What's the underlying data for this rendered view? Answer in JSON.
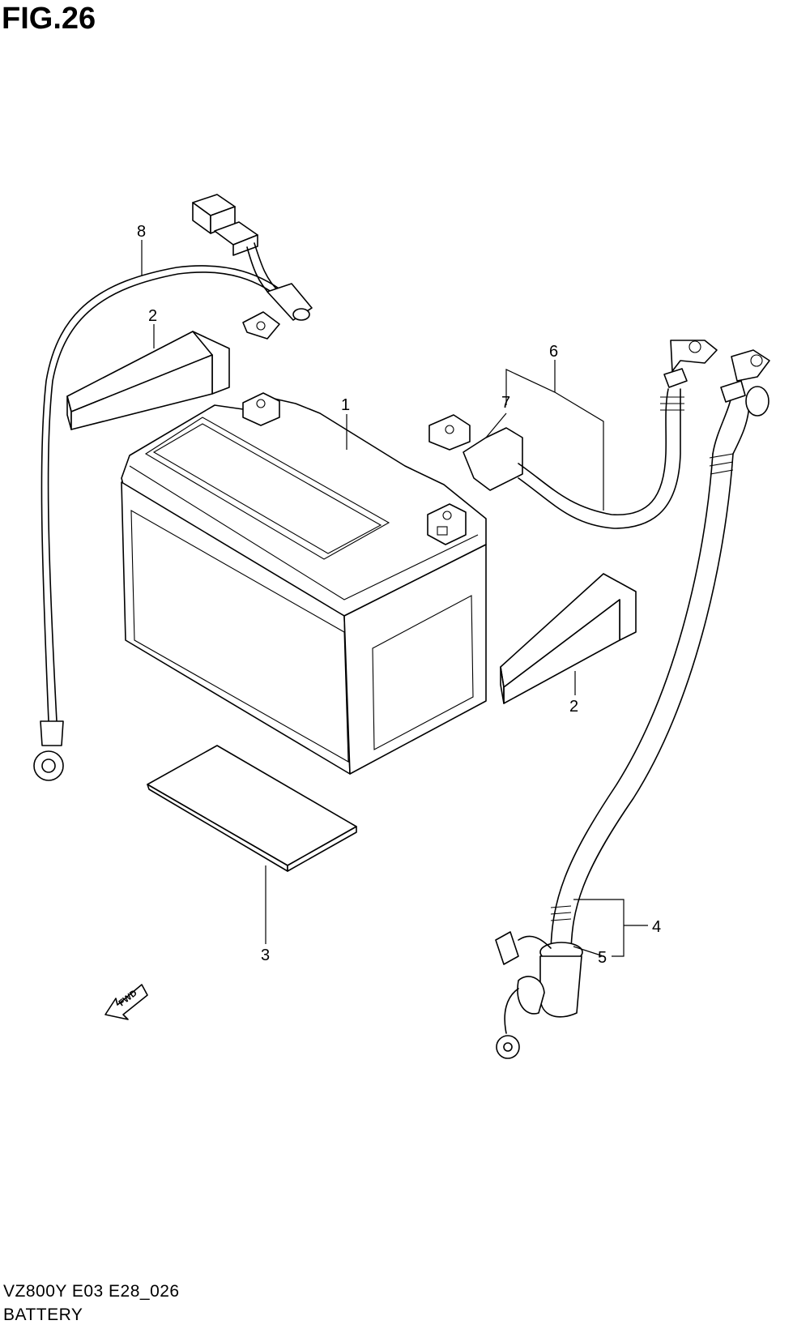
{
  "figure": {
    "title": "FIG.26"
  },
  "footer": {
    "model_code": "VZ800Y E03 E28_026",
    "section_name": "BATTERY"
  },
  "callouts": {
    "c1": "1",
    "c2a": "2",
    "c2b": "2",
    "c3": "3",
    "c4": "4",
    "c5": "5",
    "c6": "6",
    "c7": "7",
    "c8": "8"
  },
  "fwd_label": "FWD"
}
